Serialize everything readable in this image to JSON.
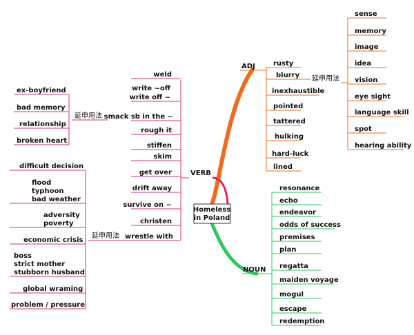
{
  "center": [
    "Homeless",
    "in Poland"
  ],
  "ext_label": "延申用法",
  "colors": {
    "verb": "#d6336c",
    "adj": "#f26b1d",
    "noun": "#2ec95a",
    "verb_trunk": "#e0245e"
  },
  "verb": {
    "title": "VERB",
    "items": [
      "weld",
      "write ~off",
      "write off ~",
      "smack sb in the ~",
      "rough it",
      "stiffen",
      "skim",
      "get over",
      "drift away",
      "survive on ~",
      "christen",
      "wrestle with"
    ],
    "smack_ext": [
      "ex-boyfriend",
      "bad memory",
      "relationship",
      "broken heart"
    ],
    "wrestle_ext": [
      "difficult decision",
      "flood",
      "typhoon",
      "bad weather",
      "adversity",
      "poverty",
      "economic crisis",
      "boss",
      "strict mother",
      "stubborn husband",
      "global wraming",
      "problem / pressure"
    ]
  },
  "adj": {
    "title": "ADJ",
    "items": [
      "rusty",
      "blurry",
      "inexhaustible",
      "pointed",
      "tattered",
      "hulking",
      "hard-luck",
      "lined"
    ],
    "blurry_ext": [
      "sense",
      "memory",
      "image",
      "idea",
      "vision",
      "eye sight",
      "language skill",
      "spot",
      "hearing ability"
    ]
  },
  "noun": {
    "title": "NOUN",
    "items": [
      "resonance",
      "echo",
      "endeavor",
      "odds of success",
      "premises",
      "plan",
      "regatta",
      "maiden voyage",
      "mogul",
      "escape",
      "redemption"
    ]
  }
}
